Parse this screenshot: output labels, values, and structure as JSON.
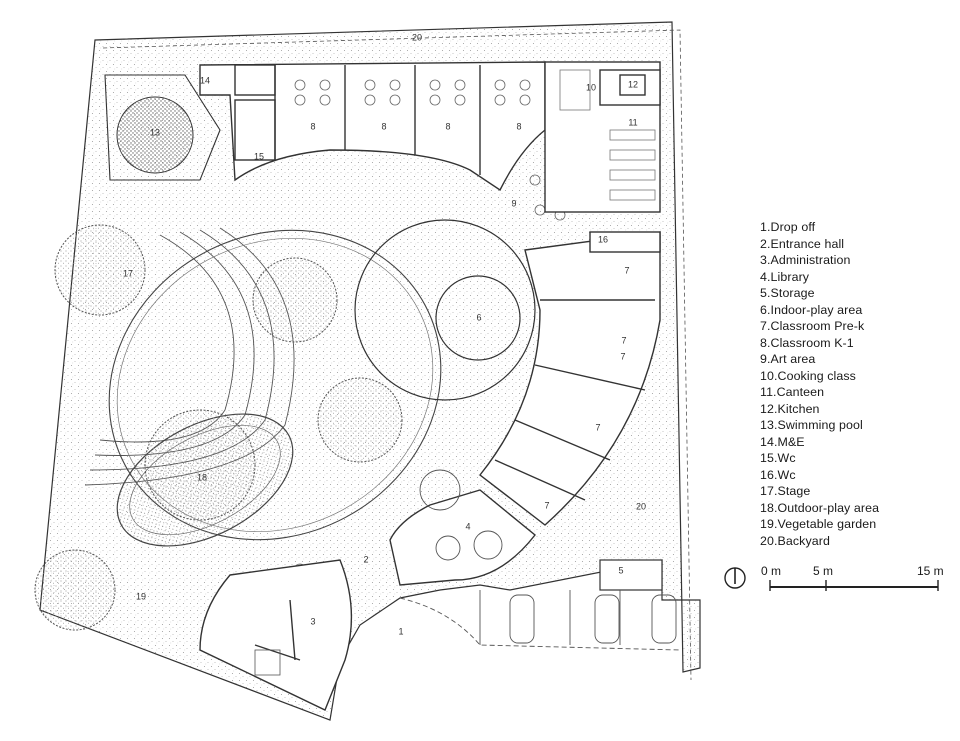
{
  "diagram": {
    "room_numbers": {
      "r1": "1",
      "r2": "2",
      "r3": "3",
      "r4": "4",
      "r5": "5",
      "r6": "6",
      "r7a": "7",
      "r7b": "7",
      "r7c": "7",
      "r7d": "7",
      "r7e": "7",
      "r8a": "8",
      "r8b": "8",
      "r8c": "8",
      "r8d": "8",
      "r9": "9",
      "r10": "10",
      "r11": "11",
      "r12": "12",
      "r13": "13",
      "r14": "14",
      "r15": "15",
      "r16": "16",
      "r17": "17",
      "r18": "18",
      "r19": "19",
      "r20a": "20",
      "r20b": "20"
    },
    "legend": [
      "1.Drop off",
      "2.Entrance hall",
      "3.Administration",
      "4.Library",
      "5.Storage",
      "6.Indoor-play area",
      "7.Classroom Pre-k",
      "8.Classroom K-1",
      "9.Art area",
      "10.Cooking class",
      "11.Canteen",
      "12.Kitchen",
      "13.Swimming pool",
      "14.M&E",
      "15.Wc",
      "16.Wc",
      "17.Stage",
      "18.Outdoor-play area",
      "19.Vegetable garden",
      "20.Backyard"
    ],
    "scale_bar": {
      "label_0": "0 m",
      "label_5": "5 m",
      "label_15": "15 m"
    },
    "colors": {
      "line": "#333333",
      "stipple": "#9a9a9a",
      "tree": "#555555"
    }
  }
}
